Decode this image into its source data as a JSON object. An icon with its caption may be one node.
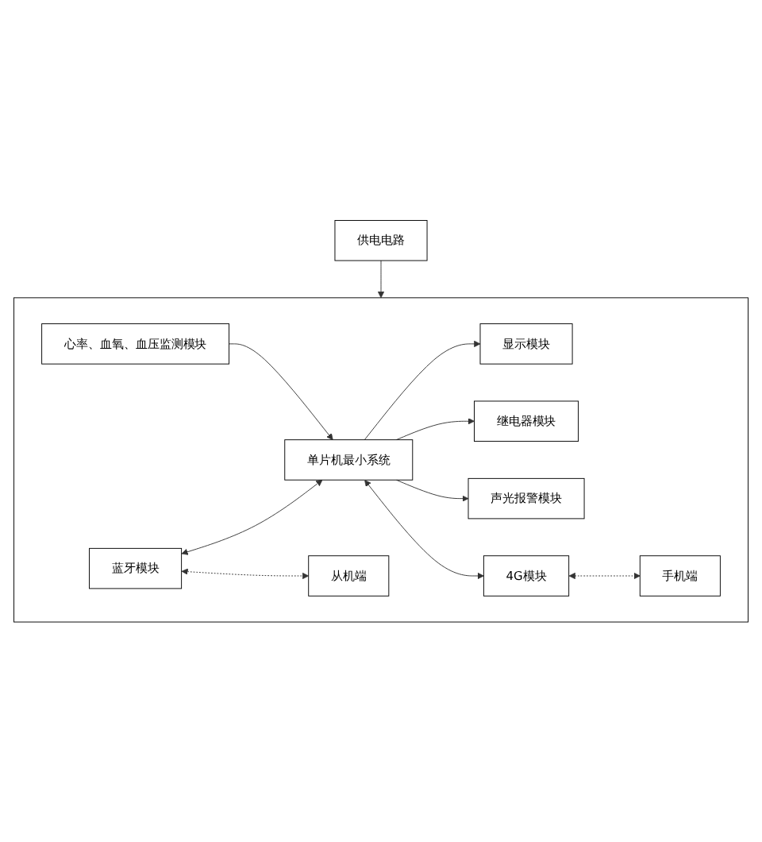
{
  "diagram": {
    "nodes": [
      {
        "text": [
          "供电电路"
        ]
      },
      {
        "text": [],
        "shape": "box"
      },
      {
        "text": [
          "心率、血氧、血压监测模块"
        ],
        "in": 1
      },
      {
        "text": [
          "单片机最小系统"
        ],
        "in": 1
      },
      {
        "text": [
          "显示模块"
        ],
        "in": 1
      },
      {
        "text": [
          "继电器模块"
        ],
        "in": 1
      },
      {
        "text": [
          "声光报警模块"
        ],
        "in": 1
      },
      {
        "text": [
          "蓝牙模块"
        ],
        "in": 1
      },
      {
        "text": [
          "从机端"
        ],
        "in": 1
      },
      {
        "text": [
          "4G模块"
        ],
        "in": 1
      },
      {
        "text": [
          "手机端"
        ],
        "in": 1
      }
    ],
    "edges": [
      {
        "from": 0,
        "to": 1,
        "arrow": "to"
      },
      {
        "from": 2,
        "to": 3,
        "arrow": "to"
      },
      {
        "from": 3,
        "to": 4,
        "arrow": "to"
      },
      {
        "from": 3,
        "to": 5,
        "arrow": "to"
      },
      {
        "from": 3,
        "to": 6,
        "arrow": "to"
      },
      {
        "from": 7,
        "to": 3,
        "arrow": "both"
      },
      {
        "from": 3,
        "to": 9,
        "arrow": "both"
      },
      {
        "from": 7,
        "to": 8,
        "arrow": "both",
        "style": "dashed"
      },
      {
        "from": 9,
        "to": 10,
        "arrow": "both",
        "style": "dashed"
      }
    ]
  }
}
